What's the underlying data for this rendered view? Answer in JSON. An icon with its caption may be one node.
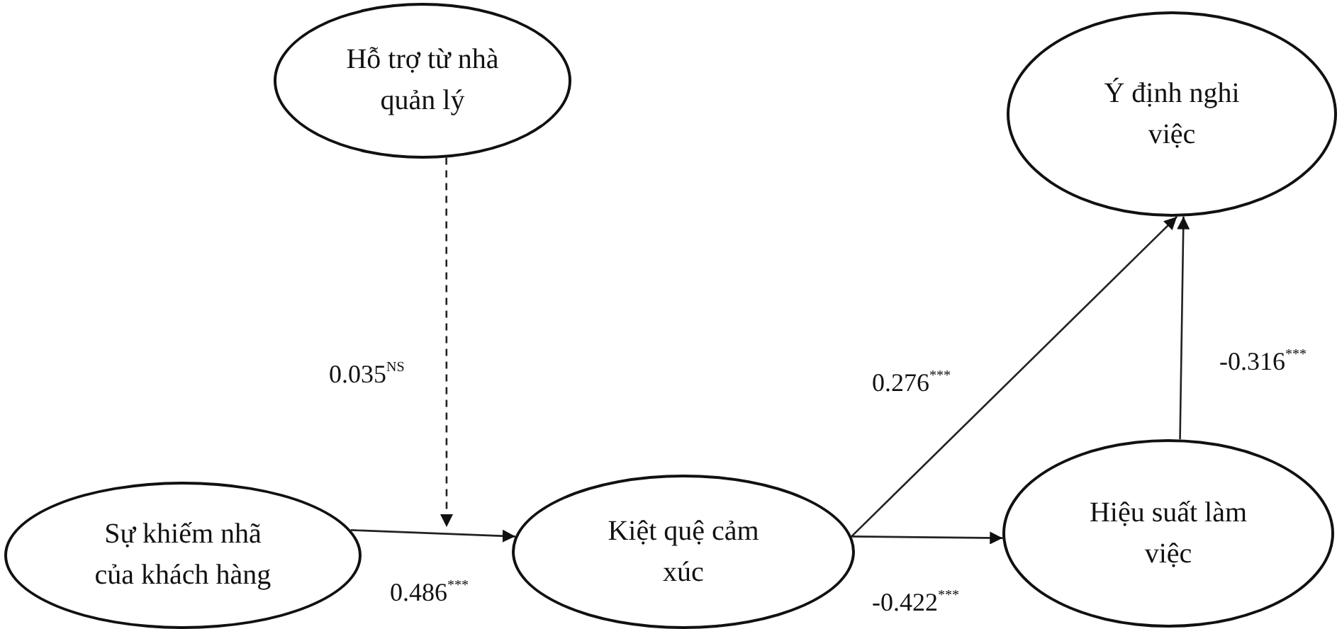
{
  "diagram": {
    "nodes": [
      {
        "text": [
          "Hỗ trợ từ nhà quản lý"
        ]
      },
      {
        "text": [
          "Ý định nghi việc"
        ]
      },
      {
        "text": [
          "Sự khiếm nhã của khách hàng"
        ]
      },
      {
        "text": [
          "Kiệt quệ cảm xúc"
        ]
      },
      {
        "text": [
          "Hiệu suất làm việc"
        ]
      }
    ],
    "edges": [
      {
        "from": 2,
        "to": 3,
        "arrow": "to",
        "label": "0.486$^{***}$"
      },
      {
        "from": 0,
        "to": null,
        "arrow": "to",
        "style": "dashed",
        "label": "0.035$^{NS}$"
      },
      {
        "from": 3,
        "to": 1,
        "arrow": "to",
        "label": "0.276$^{***}$"
      },
      {
        "from": 3,
        "to": 4,
        "arrow": "to",
        "label": "-0.422$^{***}$"
      },
      {
        "from": 4,
        "to": 1,
        "arrow": "to",
        "label": "-0.316$^{***}$"
      }
    ]
  }
}
